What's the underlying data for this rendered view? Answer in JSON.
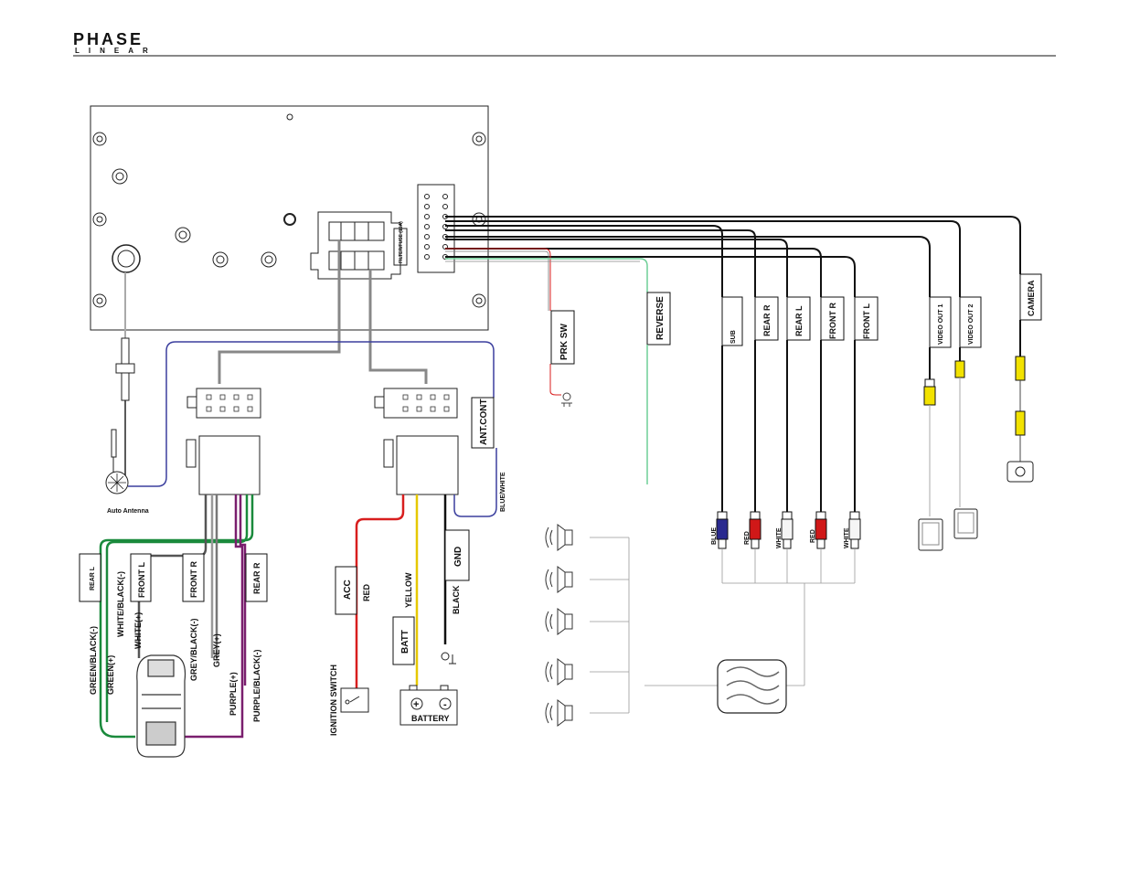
{
  "header": {
    "logo_top": "PHASE",
    "logo_bottom": "LINEAR"
  },
  "head_unit": {
    "fuse_label": "FILTER/FUSE (15A)"
  },
  "antenna": {
    "label": "Auto Antenna"
  },
  "connector_tags": {
    "ant_cont": "ANT.CONT",
    "prk_sw": "PRK SW",
    "reverse": "REVERSE",
    "sub": "SUB",
    "rear_r": "REAR R",
    "rear_l": "REAR L",
    "front_r": "FRONT R",
    "front_l": "FRONT L",
    "video_out_1": "VIDEO OUT 1",
    "video_out_2": "VIDEO OUT 2",
    "camera": "CAMERA"
  },
  "speaker_harness": {
    "tag_rear_l": "REAR L",
    "tag_front_l": "FRONT L",
    "tag_front_r": "FRONT R",
    "tag_rear_r": "REAR R",
    "wire_green_black": "GREEN/BLACK(-)",
    "wire_green": "GREEN(+)",
    "wire_white_black": "WHITE/BLACK(-)",
    "wire_white": "WHITE(+)",
    "wire_grey_black": "GREY/BLACK(-)",
    "wire_grey": "GREY(+)",
    "wire_purple": "PURPLE(+)",
    "wire_purple_black": "PURPLE/BLACK(-)"
  },
  "power_harness": {
    "blue_white": "BLUE/WHITE",
    "acc": "ACC",
    "red": "RED",
    "yellow": "YELLOW",
    "batt": "BATT",
    "gnd": "GND",
    "black": "BLACK",
    "ignition_switch": "IGNITION SWITCH",
    "battery": "BATTERY",
    "plus": "+",
    "minus": "-"
  },
  "rca_colors": [
    "BLUE",
    "RED",
    "WHITE",
    "RED",
    "WHITE"
  ],
  "colors": {
    "blue_wire": "#3b3f9e",
    "red_wire": "#d81e1e",
    "yellow_wire": "#e6c800",
    "green_wire": "#1a8a3c",
    "purple_wire": "#7a1f6e",
    "reverse_wire": "#6fcf97",
    "rca_yellow": "#f2e200",
    "rca_blue": "#2a2a8f",
    "rca_red": "#d01818"
  }
}
